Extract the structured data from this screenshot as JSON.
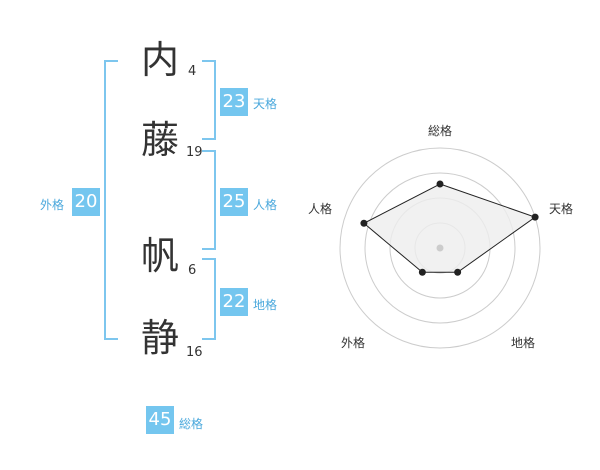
{
  "name": {
    "chars": [
      {
        "char": "内",
        "strokes": "4"
      },
      {
        "char": "藤",
        "strokes": "19"
      },
      {
        "char": "帆",
        "strokes": "6"
      },
      {
        "char": "静",
        "strokes": "16"
      }
    ]
  },
  "kakusu": {
    "tenkaku": {
      "value": "23",
      "label": "天格"
    },
    "jinkaku": {
      "value": "25",
      "label": "人格"
    },
    "chikaku": {
      "value": "22",
      "label": "地格"
    },
    "gaikaku": {
      "value": "20",
      "label": "外格"
    },
    "soukaku": {
      "value": "45",
      "label": "総格"
    }
  },
  "chart_data": {
    "type": "radar",
    "axes": [
      "総格",
      "天格",
      "地格",
      "外格",
      "人格"
    ],
    "values": [
      0.64,
      1.0,
      0.3,
      0.3,
      0.8
    ],
    "rings": 4,
    "grid": true,
    "colors": {
      "fill": "#eeeeee",
      "line": "#222222",
      "ring": "#cccccc",
      "center": "#cccccc"
    }
  }
}
